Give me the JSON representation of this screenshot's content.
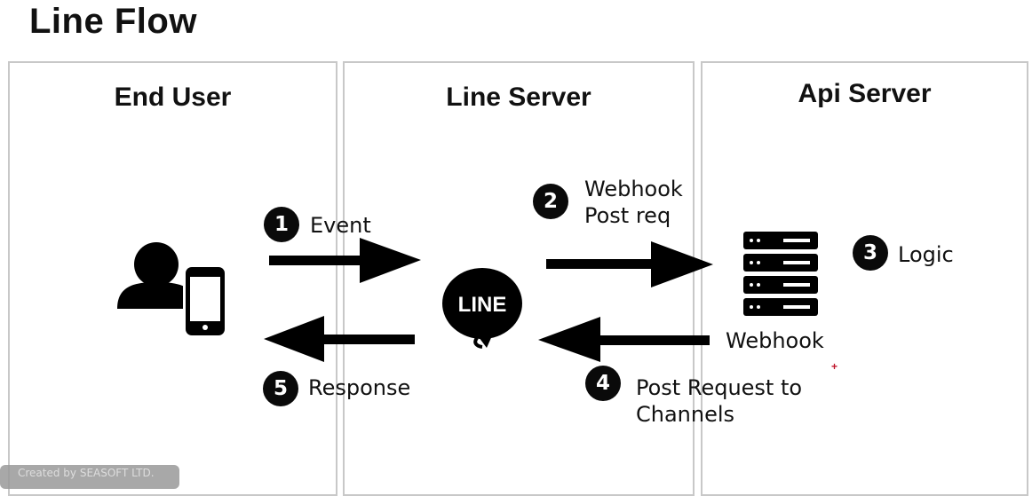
{
  "title": "Line Flow",
  "columns": [
    "End User",
    "Line Server",
    "Api Server"
  ],
  "steps": [
    {
      "num": "1",
      "lines": [
        "Event"
      ]
    },
    {
      "num": "2",
      "lines": [
        "Webhook",
        "Post req"
      ]
    },
    {
      "num": "3",
      "lines": [
        "Logic"
      ]
    },
    {
      "num": "4",
      "lines": [
        "Post Request to",
        "Channels"
      ]
    },
    {
      "num": "5",
      "lines": [
        "Response"
      ]
    }
  ],
  "server_label": "Webhook",
  "logo_text": "LINE",
  "footer": "Created by SEASOFT LTD.",
  "cross_mark": "+",
  "colors": {
    "arrow": "#000000",
    "border": "#c8c8c8",
    "marker": "#c0162c"
  }
}
